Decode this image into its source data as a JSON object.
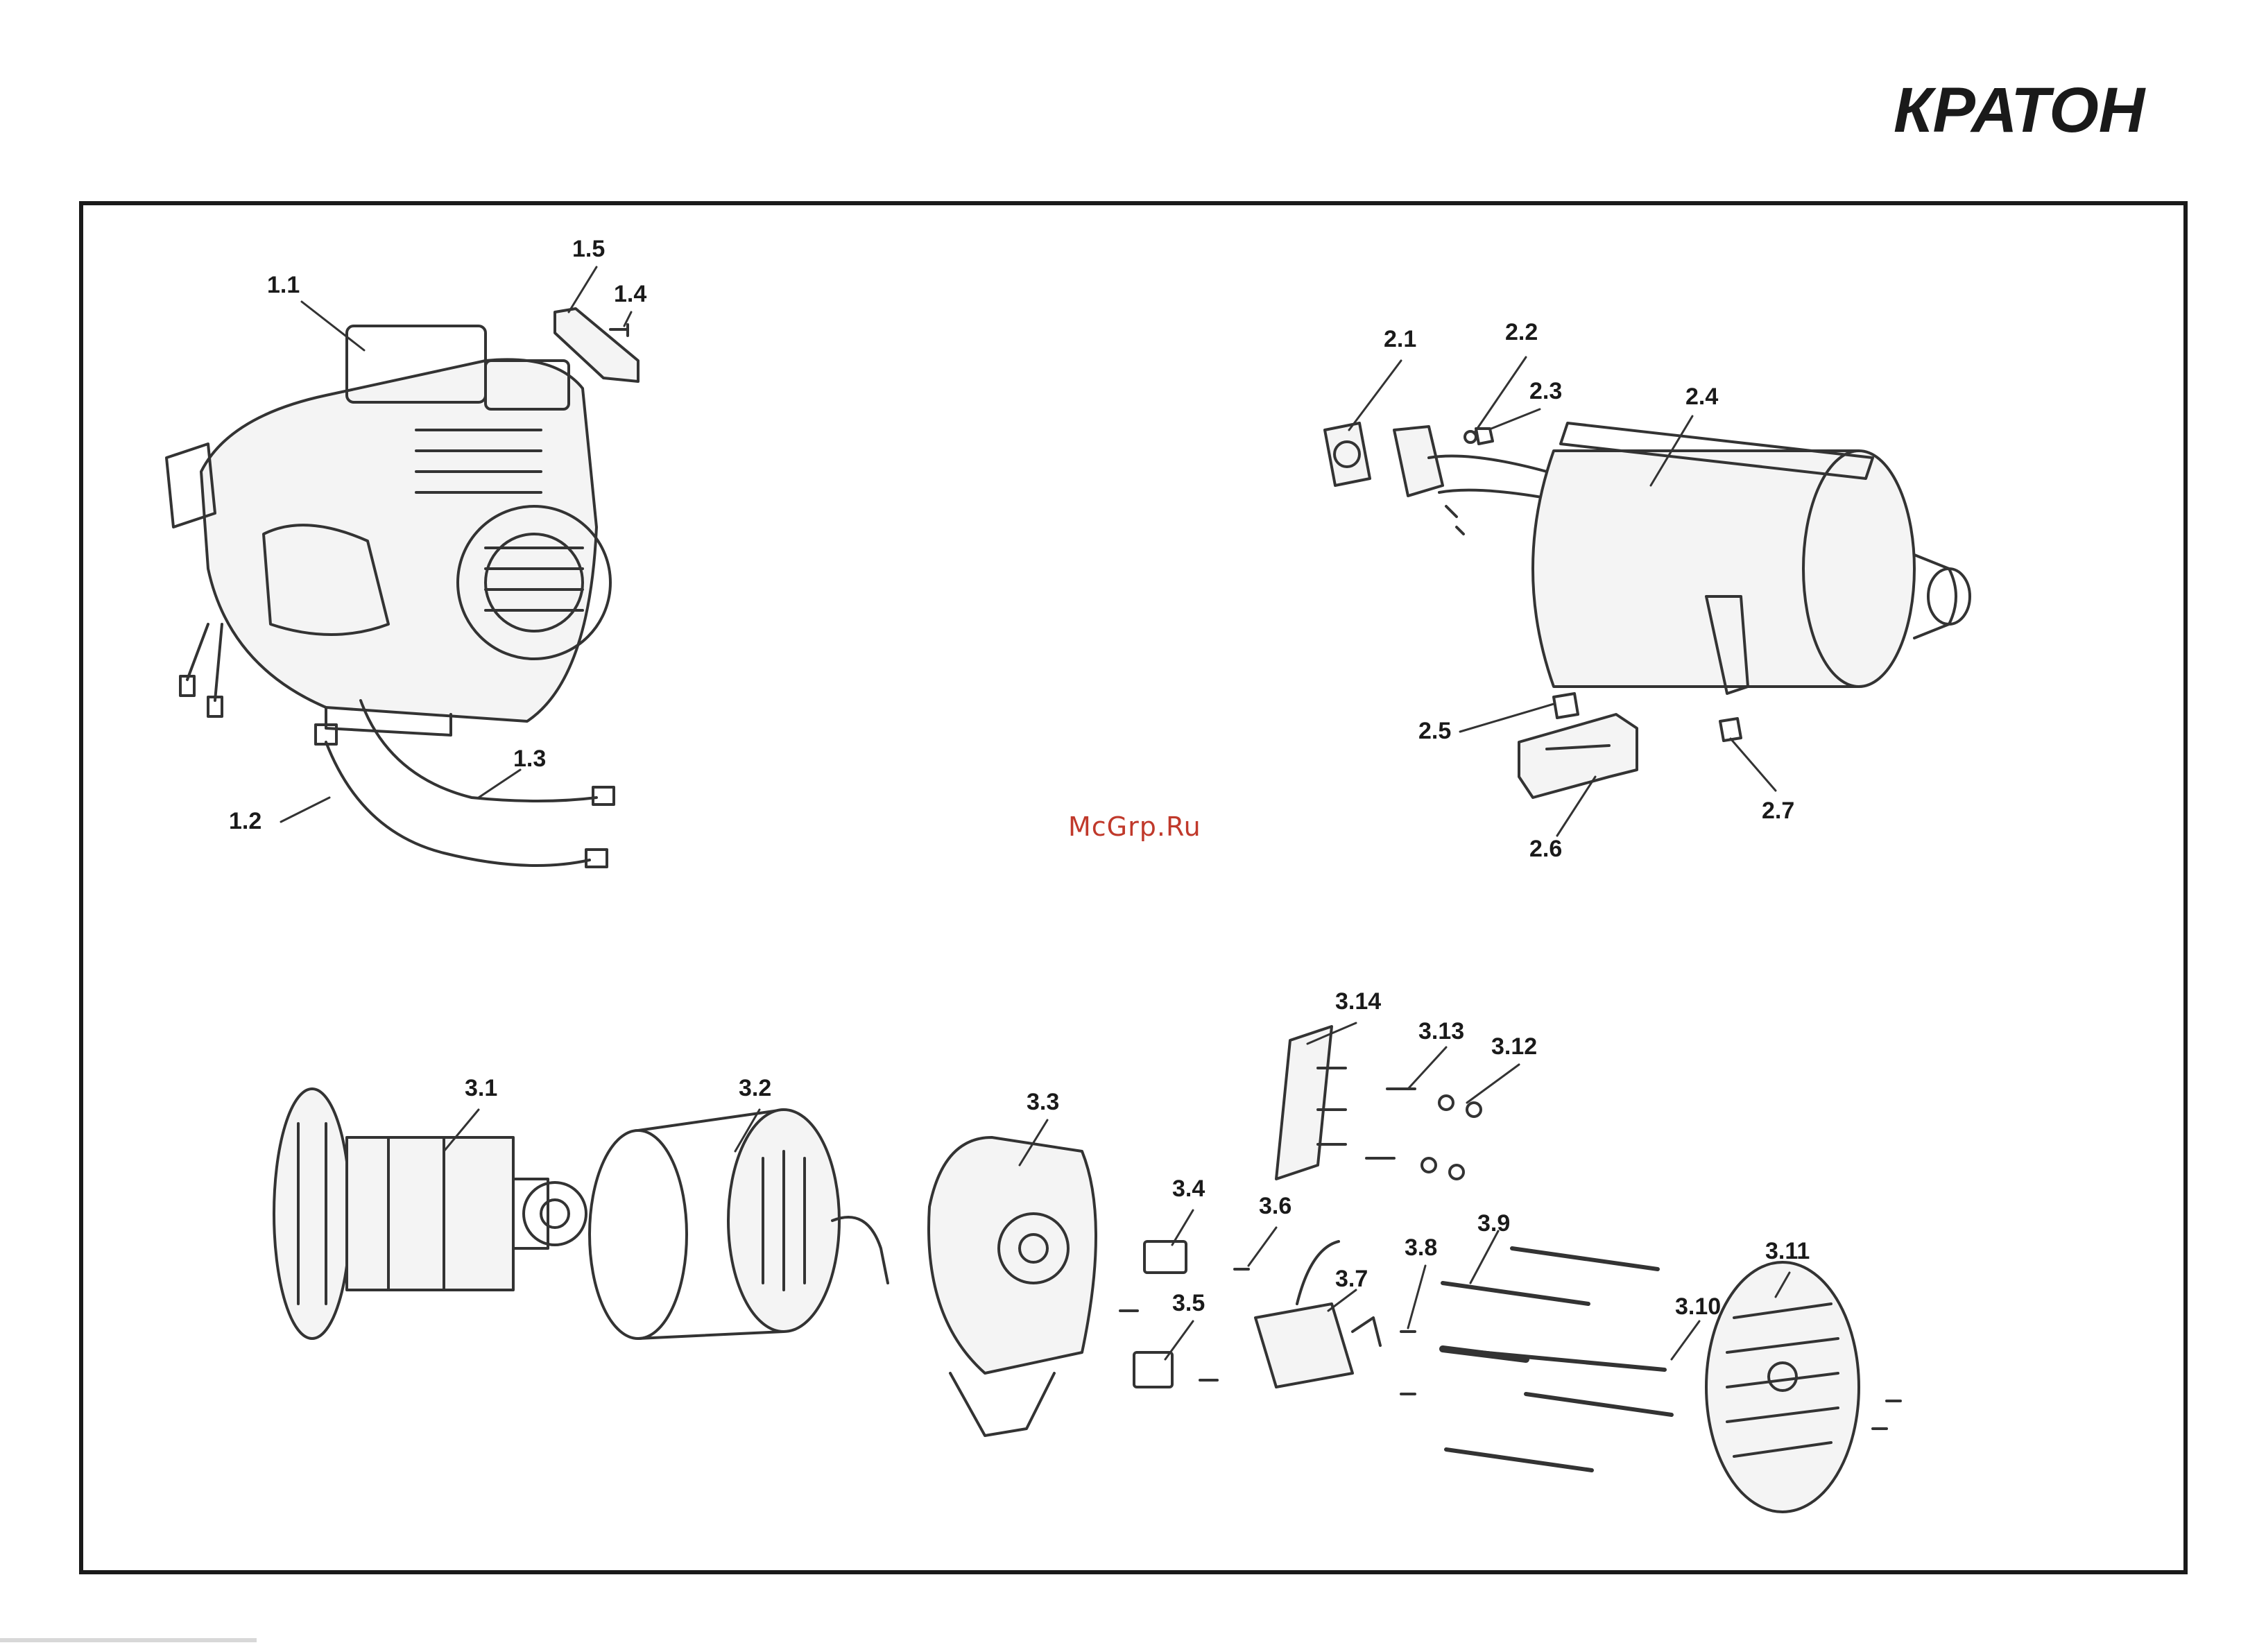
{
  "brand": {
    "name": "КРАТОН"
  },
  "watermark": "McGrp.Ru",
  "callouts": {
    "c1_1": "1.1",
    "c1_2": "1.2",
    "c1_3": "1.3",
    "c1_4": "1.4",
    "c1_5": "1.5",
    "c2_1": "2.1",
    "c2_2": "2.2",
    "c2_3": "2.3",
    "c2_4": "2.4",
    "c2_5": "2.5",
    "c2_6": "2.6",
    "c2_7": "2.7",
    "c3_1": "3.1",
    "c3_2": "3.2",
    "c3_3": "3.3",
    "c3_4": "3.4",
    "c3_5": "3.5",
    "c3_6": "3.6",
    "c3_7": "3.7",
    "c3_8": "3.8",
    "c3_9": "3.9",
    "c3_10": "3.10",
    "c3_11": "3.11",
    "c3_12": "3.12",
    "c3_13": "3.13",
    "c3_14": "3.14"
  },
  "colors": {
    "ink": "#1a1a1a",
    "line": "#333333",
    "fill": "#f4f4f4",
    "watermark": "#c0392b"
  }
}
